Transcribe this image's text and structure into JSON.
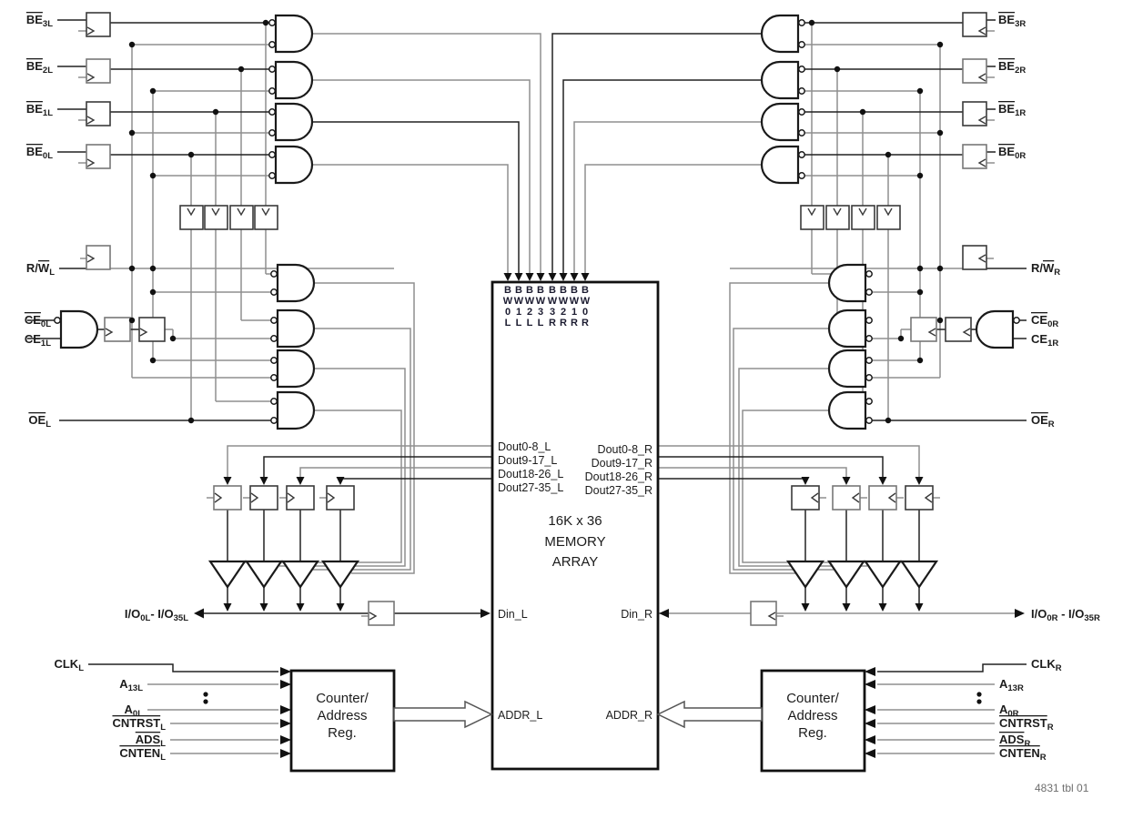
{
  "memory": {
    "title_line1": "16K x 36",
    "title_line2": "MEMORY",
    "title_line3": "ARRAY",
    "din_l": "Din_L",
    "din_r": "Din_R",
    "addr_l": "ADDR_L",
    "addr_r": "ADDR_R",
    "dout_l": [
      "Dout0-8_L",
      "Dout9-17_L",
      "Dout18-26_L",
      "Dout27-35_L"
    ],
    "dout_r": [
      "Dout0-8_R",
      "Dout9-17_R",
      "Dout18-26_R",
      "Dout27-35_R"
    ],
    "bw": [
      "BW0L",
      "BW1L",
      "BW2L",
      "BW3L",
      "BW3R",
      "BW2R",
      "BW1R",
      "BW0R"
    ]
  },
  "left": {
    "be3": {
      "base": "BE",
      "sub": "3L"
    },
    "be2": {
      "base": "BE",
      "sub": "2L"
    },
    "be1": {
      "base": "BE",
      "sub": "1L"
    },
    "be0": {
      "base": "BE",
      "sub": "0L"
    },
    "rw": {
      "pre": "R/",
      "base": "W",
      "sub": "L"
    },
    "ce0": {
      "base": "CE",
      "sub": "0L"
    },
    "ce1": {
      "base": "CE",
      "sub": "1L"
    },
    "oe": {
      "base": "OE",
      "sub": "L"
    },
    "io": {
      "p0": "I/O",
      "s0": "0L",
      "p1": "- I/O",
      "s1": "35L"
    },
    "clk": {
      "base": "CLK",
      "sub": "L"
    },
    "a13": {
      "base": "A",
      "sub": "13L"
    },
    "a0": {
      "base": "A",
      "sub": "0L"
    },
    "cntrst": {
      "base": "CNTRST",
      "sub": "L"
    },
    "ads": {
      "base": "ADS",
      "sub": "L"
    },
    "cnten": {
      "base": "CNTEN",
      "sub": "L"
    },
    "counter": {
      "line1": "Counter/",
      "line2": "Address",
      "line3": "Reg."
    }
  },
  "right": {
    "be3": {
      "base": "BE",
      "sub": "3R"
    },
    "be2": {
      "base": "BE",
      "sub": "2R"
    },
    "be1": {
      "base": "BE",
      "sub": "1R"
    },
    "be0": {
      "base": "BE",
      "sub": "0R"
    },
    "rw": {
      "pre": "R/",
      "base": "W",
      "sub": "R"
    },
    "ce0": {
      "base": "CE",
      "sub": "0R"
    },
    "ce1": {
      "base": "CE",
      "sub": "1R"
    },
    "oe": {
      "base": "OE",
      "sub": "R"
    },
    "io": {
      "p0": "I/O",
      "s0": "0R",
      "p1": " - I/O",
      "s1": "35R"
    },
    "clk": {
      "base": "CLK",
      "sub": "R"
    },
    "a13": {
      "base": "A",
      "sub": "13R"
    },
    "a0": {
      "base": "A",
      "sub": "0R"
    },
    "cntrst": {
      "base": "CNTRST",
      "sub": "R"
    },
    "ads": {
      "base": "ADS",
      "sub": "R"
    },
    "cnten": {
      "base": "CNTEN",
      "sub": "R"
    },
    "counter": {
      "line1": "Counter/",
      "line2": "Address",
      "line3": "Reg."
    }
  },
  "caption": "4831 tbl 01"
}
